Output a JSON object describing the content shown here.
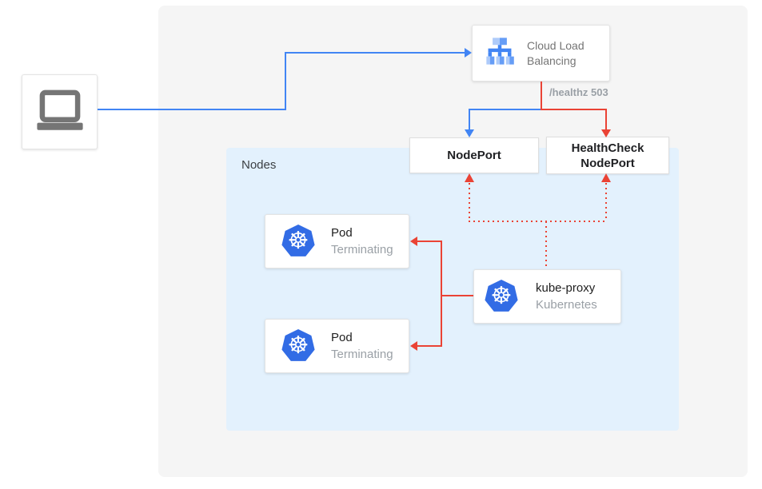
{
  "colors": {
    "blue": "#4285f4",
    "red": "#ea4335",
    "k8s_blue": "#326ce5",
    "nodes_bg": "#e3f1fd",
    "panel_bg": "#f5f5f5",
    "text_dark": "#212121",
    "text_gray": "#9aa0a6",
    "lb_gray": "#757575"
  },
  "icons": {
    "client": "laptop-icon",
    "load_balancer": "cloud-load-balancing-icon",
    "kubernetes": "kubernetes-icon",
    "kubernetes_wheel_glyph": "☸"
  },
  "cloud_load_balancing": {
    "label_line1": "Cloud Load",
    "label_line2": "Balancing"
  },
  "edge_label_healthz": "/healthz 503",
  "nodeport": {
    "label": "NodePort"
  },
  "healthcheck_nodeport": {
    "label_line1": "HealthCheck",
    "label_line2": "NodePort"
  },
  "nodes_group": {
    "label": "Nodes"
  },
  "pod_top": {
    "title": "Pod",
    "status": "Terminating"
  },
  "pod_bottom": {
    "title": "Pod",
    "status": "Terminating"
  },
  "kube_proxy": {
    "title": "kube-proxy",
    "subtitle": "Kubernetes"
  }
}
